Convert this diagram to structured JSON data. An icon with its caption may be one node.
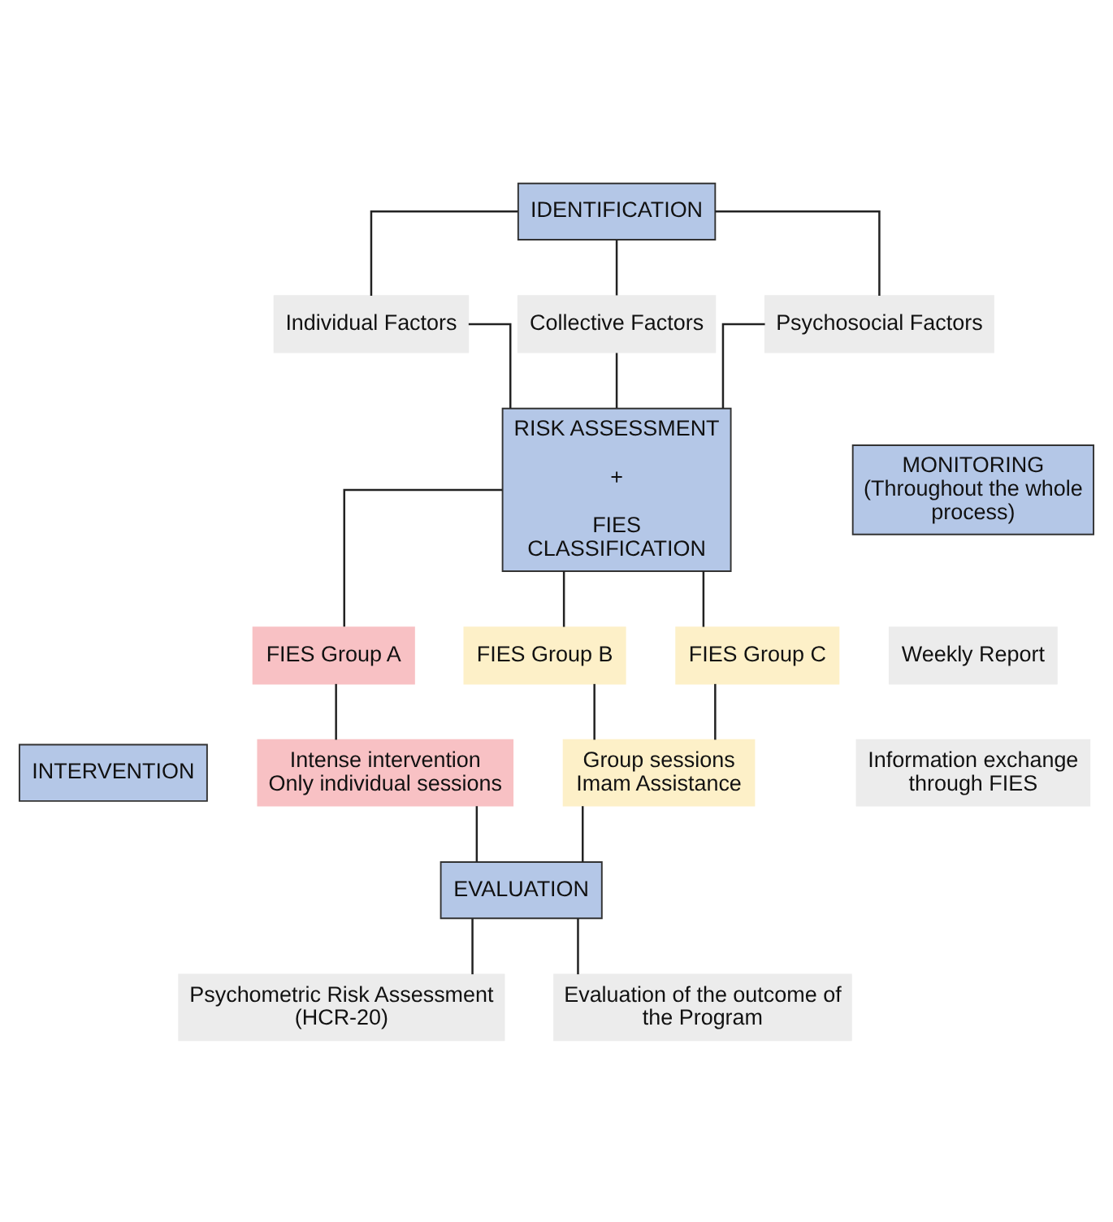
{
  "diagram": {
    "nodes": [
      {
        "text": [
          "IDENTIFICATION"
        ]
      },
      {
        "text": [
          "Individual Factors"
        ]
      },
      {
        "text": [
          "Collective Factors"
        ]
      },
      {
        "text": [
          "Psychosocial Factors"
        ]
      },
      {
        "text": [
          "RISK ASSESSMENT",
          "+",
          "FIES CLASSIFICATION"
        ]
      },
      {
        "text": [
          "MONITORING",
          "(Throughout the whole process)"
        ]
      },
      {
        "text": [
          "Weekly Report"
        ]
      },
      {
        "text": [
          "Information exchange through FIES"
        ]
      },
      {
        "text": [
          "FIES Group A"
        ]
      },
      {
        "text": [
          "FIES Group B"
        ]
      },
      {
        "text": [
          "FIES Group C"
        ]
      },
      {
        "text": [
          "INTERVENTION"
        ]
      },
      {
        "text": [
          "Intense intervention",
          "Only individual sessions"
        ]
      },
      {
        "text": [
          "Group sessions",
          "Imam Assistance"
        ]
      },
      {
        "text": [
          "EVALUATION"
        ]
      },
      {
        "text": [
          "Psychometric Risk Assessment (HCR-20)"
        ]
      },
      {
        "text": [
          "Evaluation of the outcome of the Program"
        ]
      }
    ],
    "edges": [
      {
        "from": 0,
        "to": 1,
        "arrow": "none"
      },
      {
        "from": 0,
        "to": 2,
        "arrow": "none"
      },
      {
        "from": 0,
        "to": 3,
        "arrow": "none"
      },
      {
        "from": 1,
        "to": 4,
        "arrow": "none"
      },
      {
        "from": 2,
        "to": 4,
        "arrow": "none"
      },
      {
        "from": 3,
        "to": 4,
        "arrow": "none"
      },
      {
        "from": 4,
        "to": 8,
        "arrow": "none"
      },
      {
        "from": 4,
        "to": 9,
        "arrow": "none"
      },
      {
        "from": 4,
        "to": 10,
        "arrow": "none"
      },
      {
        "from": 8,
        "to": 12,
        "arrow": "none"
      },
      {
        "from": 9,
        "to": 13,
        "arrow": "none"
      },
      {
        "from": 10,
        "to": 13,
        "arrow": "none"
      },
      {
        "from": 12,
        "to": 14,
        "arrow": "none"
      },
      {
        "from": 13,
        "to": 14,
        "arrow": "none"
      },
      {
        "from": 14,
        "to": 15,
        "arrow": "none"
      },
      {
        "from": 14,
        "to": 16,
        "arrow": "none"
      }
    ]
  }
}
